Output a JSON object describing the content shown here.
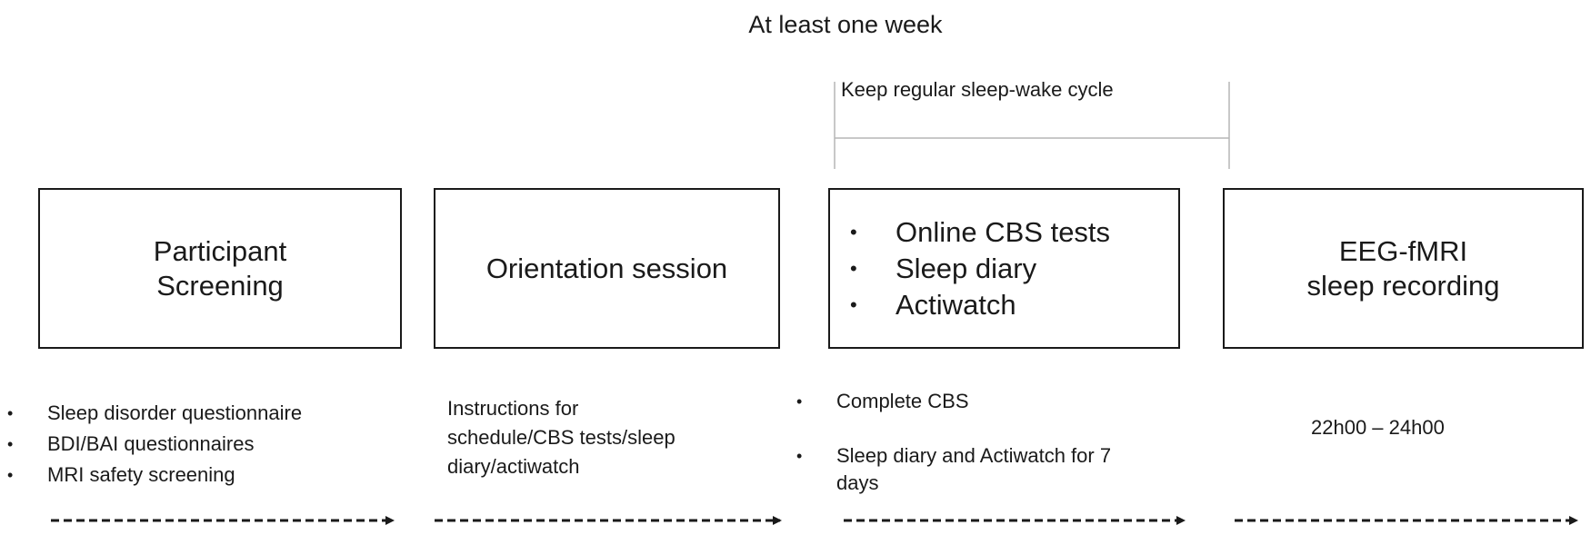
{
  "timeline": {
    "duration_label": "At least one week",
    "bracket_label": "Keep regular sleep-wake cycle"
  },
  "boxes": [
    {
      "lines": [
        "Participant",
        "Screening"
      ]
    },
    {
      "lines": [
        "Orientation session"
      ]
    },
    {
      "items": [
        "Online CBS tests",
        "Sleep diary",
        "Actiwatch"
      ]
    },
    {
      "lines": [
        "EEG-fMRI",
        "sleep recording"
      ]
    }
  ],
  "details": {
    "screening": [
      "Sleep disorder questionnaire",
      "BDI/BAI questionnaires",
      "MRI safety screening"
    ],
    "orientation": [
      "Instructions for",
      "schedule/CBS tests/sleep",
      "diary/actiwatch"
    ],
    "cbs": [
      "Complete CBS",
      "Sleep diary and Actiwatch for 7",
      "days"
    ],
    "recording": "22h00 – 24h00"
  },
  "colors": {
    "stroke": "#1a1a1a",
    "bracket": "#b5b5b5"
  }
}
